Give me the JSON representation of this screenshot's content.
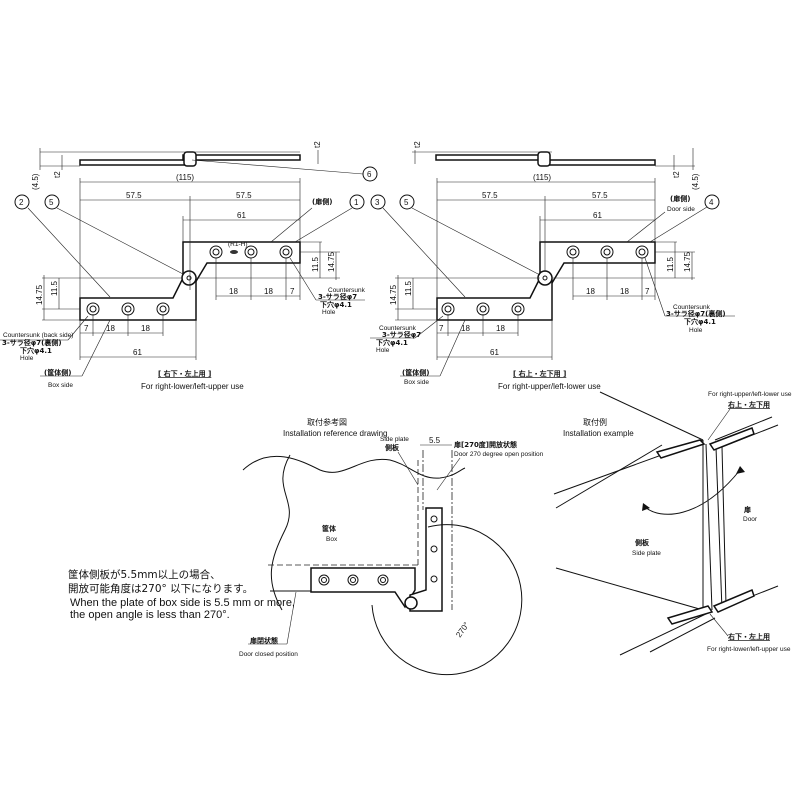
{
  "left_part": {
    "dims": {
      "overall": "(115)",
      "half_left": "57.5",
      "half_right": "57.5",
      "upper_len": "61",
      "lower_len": "61",
      "pitch1": "18",
      "pitch2": "18",
      "edge": "7",
      "lower_edge": "7",
      "lower_pitch1": "18",
      "lower_pitch2": "18",
      "h1475_left": "14.75",
      "h115_left": "11.5",
      "h115_right": "11.5",
      "h1475_right": "14.75",
      "t2_top": "t2",
      "t2_side": "t2",
      "thickness": "(4.5)"
    },
    "bubbles": [
      "2",
      "5",
      "1",
      "6"
    ],
    "door_side_jp": "(扉側)",
    "box_side_jp": "(筐体側)",
    "box_side": "Box side",
    "stamp": "(R1-H)",
    "hole_right": {
      "countersunk": "Countersunk",
      "spec_jp": "3-サラ径φ7",
      "hole_jp": "下穴φ4.1",
      "hole": "Hole"
    },
    "hole_left": {
      "countersunk": "Countersunk (back side)",
      "spec_jp": "3-サラ径φ7(裏側)",
      "hole_jp": "下穴φ4.1",
      "hole": "Hole"
    },
    "use_jp": "[ 右下・左上用 ]",
    "use": "For right-lower/left-upper use"
  },
  "right_part": {
    "dims": {
      "overall": "(115)",
      "half_left": "57.5",
      "half_right": "57.5",
      "upper_len": "61",
      "lower_len": "61",
      "pitch1": "18",
      "pitch2": "18",
      "edge": "7",
      "lower_edge": "7",
      "lower_pitch1": "18",
      "lower_pitch2": "18",
      "h1475_left": "14.75",
      "h115_left": "11.5",
      "h115_right": "11.5",
      "h1475_right": "14.75",
      "t2_top": "t2",
      "t2_side": "t2",
      "thickness": "(4.5)"
    },
    "bubbles": [
      "3",
      "5",
      "4"
    ],
    "door_side_jp": "(扉側)",
    "door_side": "Door side",
    "box_side_jp": "(筐体側)",
    "box_side": "Box side",
    "hole_right": {
      "countersunk": "Countersunk",
      "spec_jp": "3-サラ径φ7(裏側)",
      "hole_jp": "下穴φ4.1",
      "hole": "Hole"
    },
    "hole_left": {
      "countersunk": "Countersunk",
      "spec_jp": "3-サラ径φ7",
      "hole_jp": "下穴φ4.1",
      "hole": "Hole"
    },
    "use_jp": "[ 右上・左下用 ]",
    "use": "For right-upper/left-lower use"
  },
  "reference": {
    "title_jp": "取付参考図",
    "title": "Installation reference drawing",
    "side_plate": "Side plate",
    "side_plate_jp": "側板",
    "gap": "5.5",
    "door_open_jp": "扉[270度]開放状態",
    "door_open": "Door 270 degree open position",
    "box_jp": "筐体",
    "box": "Box",
    "door_closed_jp": "扉閉状態",
    "door_closed": "Door closed position",
    "angle": "270°",
    "note_jp_1": "筐体側板が5.5mm以上の場合、",
    "note_jp_2": "開放可能角度は270° 以下になります。",
    "note_1": "When the plate of box side is 5.5 mm or more,",
    "note_2": "the open angle is less than 270°."
  },
  "example": {
    "title_jp": "取付例",
    "title": "Installation example",
    "upper_use": "For right-upper/left-lower use",
    "upper_use_jp": "右上・左下用",
    "door_jp": "扉",
    "door": "Door",
    "side_plate_jp": "側板",
    "side_plate": "Side plate",
    "lower_use_jp": "右下・左上用",
    "lower_use": "For right-lower/left-upper use"
  }
}
